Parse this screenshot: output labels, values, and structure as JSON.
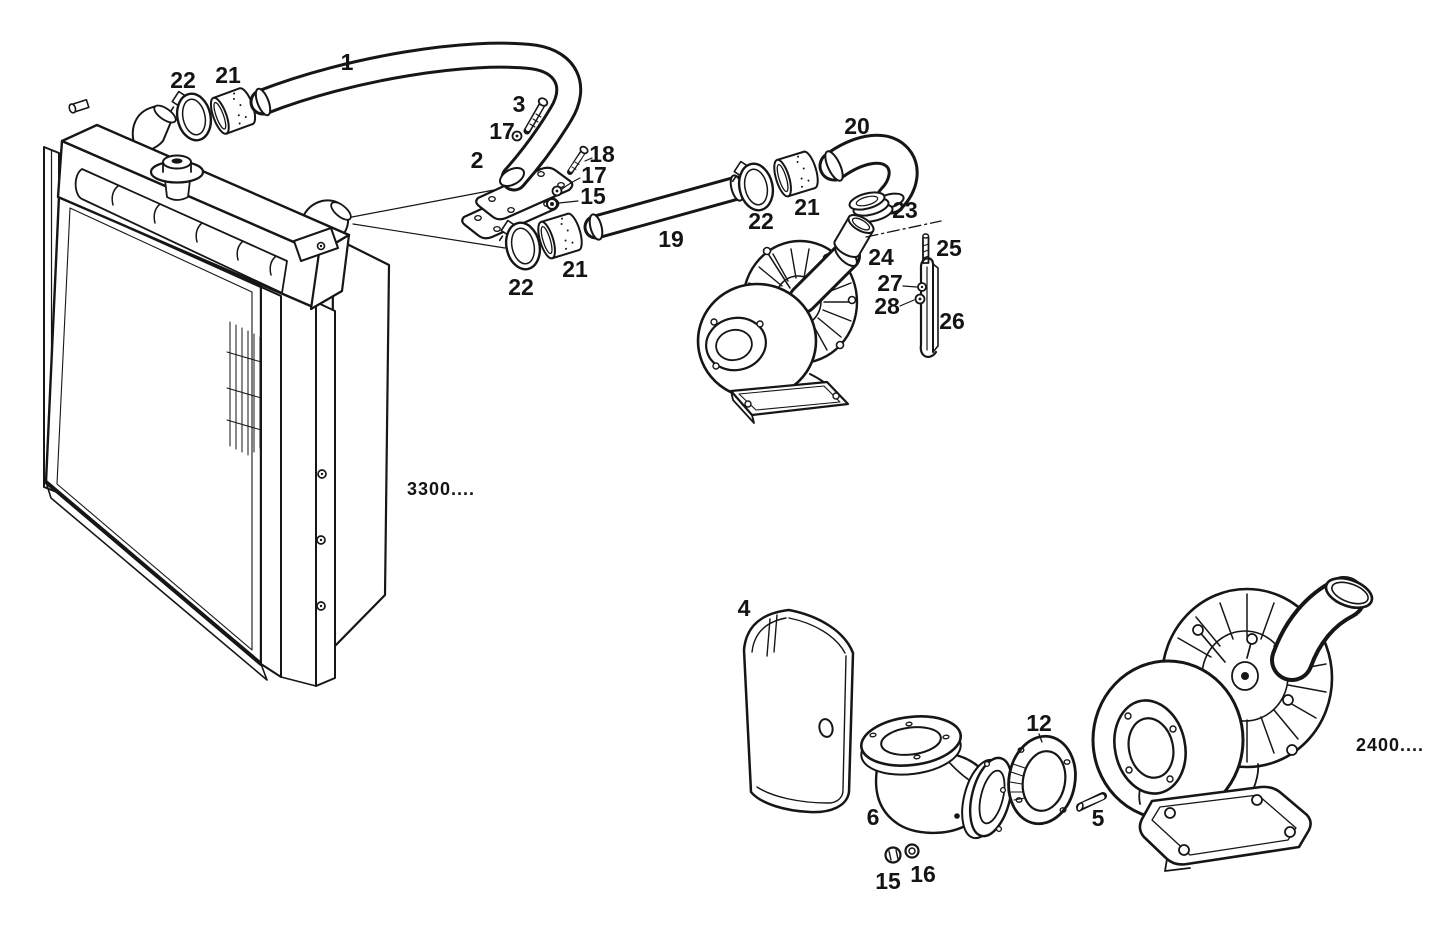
{
  "figure": {
    "kind": "exploded-parts-line-drawing",
    "description": "Spare parts diagram: radiator with charge hoses, clamps, sleeves, fittings and two centrifugal blower/turbocharger assemblies",
    "background_color": "#ffffff",
    "ink_color": "#161616"
  },
  "labels": {
    "p1": "1",
    "p2": "2",
    "p3": "3",
    "p4": "4",
    "p5": "5",
    "p6": "6",
    "p12": "12",
    "p15": "15",
    "p16": "16",
    "p17": "17",
    "p18": "18",
    "p19": "19",
    "p20": "20",
    "p21": "21",
    "p22": "22",
    "p23": "23",
    "p24": "24",
    "p25": "25",
    "p26": "26",
    "p27": "27",
    "p28": "28"
  },
  "notes": {
    "left_assembly": "3300....",
    "right_assembly": "2400...."
  }
}
